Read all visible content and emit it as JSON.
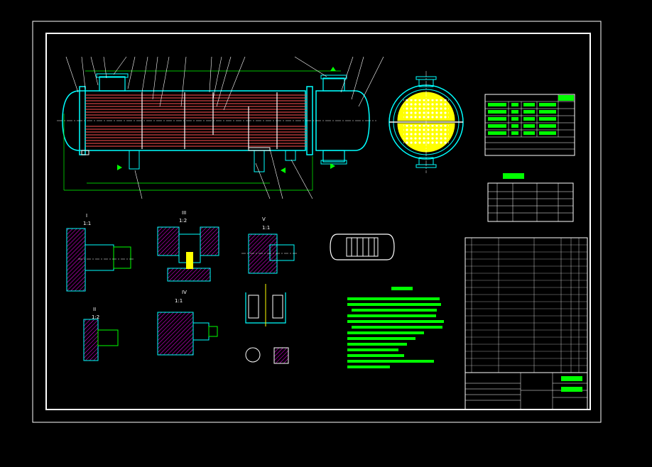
{
  "section_marks": {
    "detail_1": "I",
    "detail_1_scale": "1:1",
    "detail_2": "II",
    "detail_2_scale": "1:2",
    "detail_3": "III",
    "detail_3_scale": "1:2",
    "detail_4": "IV",
    "detail_4_scale": "1:1",
    "detail_5": "V",
    "detail_5_scale": "1:1"
  },
  "colors": {
    "frame": "#ffffff",
    "outline": "#00ffff",
    "tubes": "#ff5050",
    "dimension": "#00ff00",
    "tubesheet": "#ffff00",
    "hatch": "#ff00ff"
  }
}
